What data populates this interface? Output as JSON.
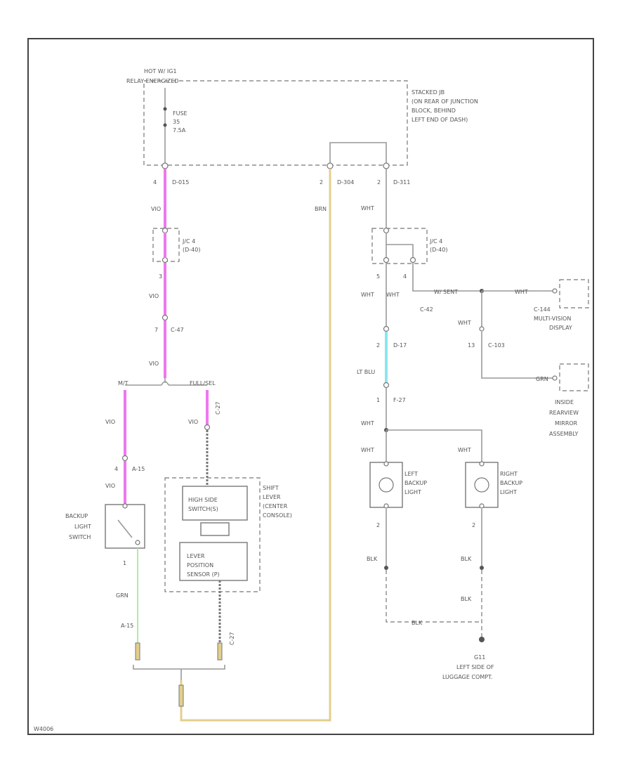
{
  "diagram": {
    "footer_code": "W4006",
    "hot_label_1": "HOT W/ IG1",
    "hot_label_2": "RELAY ENERGIZED",
    "fuse": {
      "label": "FUSE",
      "number": "35",
      "rating": "7.5A"
    },
    "jb_desc": [
      "STACKED JB",
      "(ON REAR OF JUNCTION",
      "BLOCK, BEHIND",
      "LEFT END OF DASH)"
    ],
    "left_conn_1": {
      "pin": "4",
      "conn": "D-015"
    },
    "left_conn_mid": {
      "pin": "2",
      "conn": "D-304"
    },
    "right_conn_1": {
      "pin": "2",
      "conn": "D-311"
    },
    "brn": "BRN",
    "jc_left": {
      "name": "J/C 4",
      "conn": "(D-40)",
      "pin": "3"
    },
    "jc_right": {
      "name": "J/C 4",
      "conn": "(D-40)",
      "pin_a": "5",
      "pin_b": "4"
    },
    "vio": "VIO",
    "c47": {
      "pin": "7",
      "conn": "C-47"
    },
    "split_left": "M/T",
    "split_right": "FULL/SEL",
    "a15_top": {
      "pin": "4",
      "conn": "A-15"
    },
    "c27_top": "C-27",
    "backup_switch": [
      "BACKUP",
      "LIGHT",
      "SWITCH"
    ],
    "a15_bot": {
      "pin": "1",
      "conn": "A-15"
    },
    "grn": "GRN",
    "shift_lever": [
      "SHIFT",
      "LEVER",
      "(CENTER",
      "CONSOLE)"
    ],
    "high_side": [
      "HIGH SIDE",
      "SWITCH(S)"
    ],
    "lever_pos": [
      "LEVER",
      "POSITION",
      "SENSOR (P)"
    ],
    "c27_bot": "C-27",
    "wht": "WHT",
    "c42": "C-42",
    "wht_2": "W/ SENT",
    "c144": [
      "C-144",
      "MULTI-VISION",
      "DISPLAY"
    ],
    "c103": {
      "pin": "13",
      "conn": "C-103"
    },
    "ltblu": "LT BLU",
    "d17": {
      "pin": "2",
      "conn": "D-17"
    },
    "f27": {
      "pin": "1",
      "conn": "F-27"
    },
    "grn2": "GRN",
    "inside_mirror": [
      "INSIDE",
      "REARVIEW",
      "MIRROR",
      "ASSEMBLY"
    ],
    "left_backup": [
      "LEFT",
      "BACKUP",
      "LIGHT"
    ],
    "right_backup": [
      "RIGHT",
      "BACKUP",
      "LIGHT"
    ],
    "blk": "BLK",
    "ground": [
      "G11",
      "LEFT SIDE OF",
      "LUGGAGE COMPT."
    ],
    "pin_1": "1",
    "pin_2": "2",
    "colors": {
      "pink": "#ee77ee",
      "yellow": "#e3cf8c",
      "cyan": "#88e6ee",
      "green": "#aaee99"
    }
  }
}
